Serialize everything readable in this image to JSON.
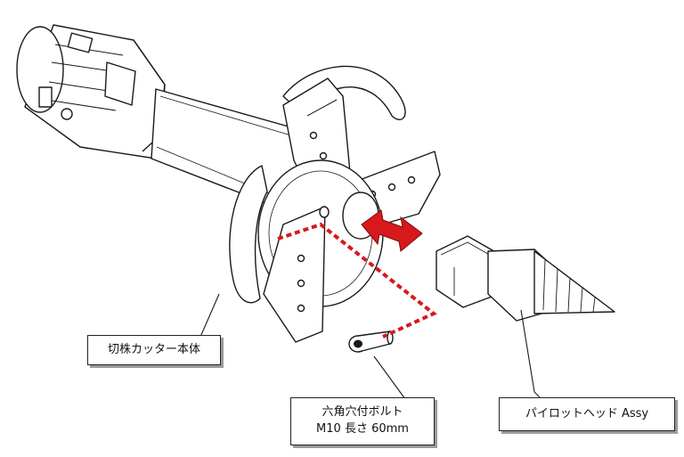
{
  "labels": {
    "cutter_body": "切株カッター本体",
    "bolt_line1": "六角穴付ボルト",
    "bolt_line2": "M10 長さ 60mm",
    "pilot_head": "パイロットヘッド Assy"
  },
  "colors": {
    "accent_red": "#d7191c",
    "line": "#1a1a1a",
    "shadow": "#9a9a9a"
  }
}
